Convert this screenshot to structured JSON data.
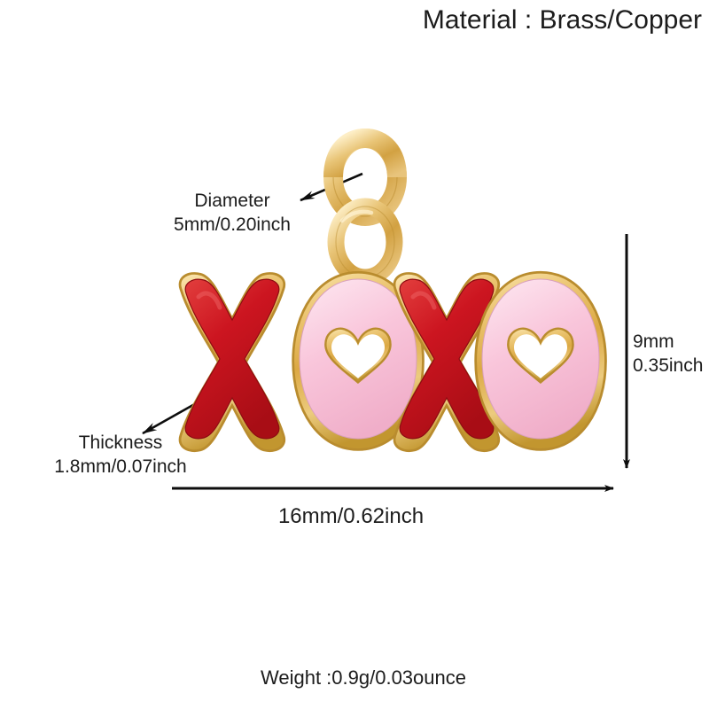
{
  "product": {
    "material_label": "Material : Brass/Copper",
    "weight_label": "Weight :0.9g/0.03ounce"
  },
  "annotations": {
    "diameter": {
      "title": "Diameter",
      "value": "5mm/0.20inch"
    },
    "thickness": {
      "title": "Thickness",
      "value": "1.8mm/0.07inch"
    },
    "height": {
      "value_mm": "9mm",
      "value_inch": "0.35inch"
    },
    "width": {
      "value": "16mm/0.62inch"
    }
  },
  "charm": {
    "text": "XOXO",
    "letters": [
      {
        "glyph": "X",
        "enamel": "red"
      },
      {
        "glyph": "O",
        "enamel": "pink",
        "cutout": "heart"
      },
      {
        "glyph": "X",
        "enamel": "red"
      },
      {
        "glyph": "O",
        "enamel": "pink",
        "cutout": "heart"
      }
    ],
    "jump_rings": 2
  },
  "colors": {
    "gold": "#e3b55a",
    "gold_light": "#f7dfa6",
    "gold_dark": "#bd8f34",
    "enamel_red": "#cc1520",
    "enamel_red_dark": "#a50f18",
    "enamel_pink": "#f9c4da",
    "enamel_pink_light": "#fde3ee",
    "background": "#ffffff",
    "ink": "#1c1c1c"
  }
}
